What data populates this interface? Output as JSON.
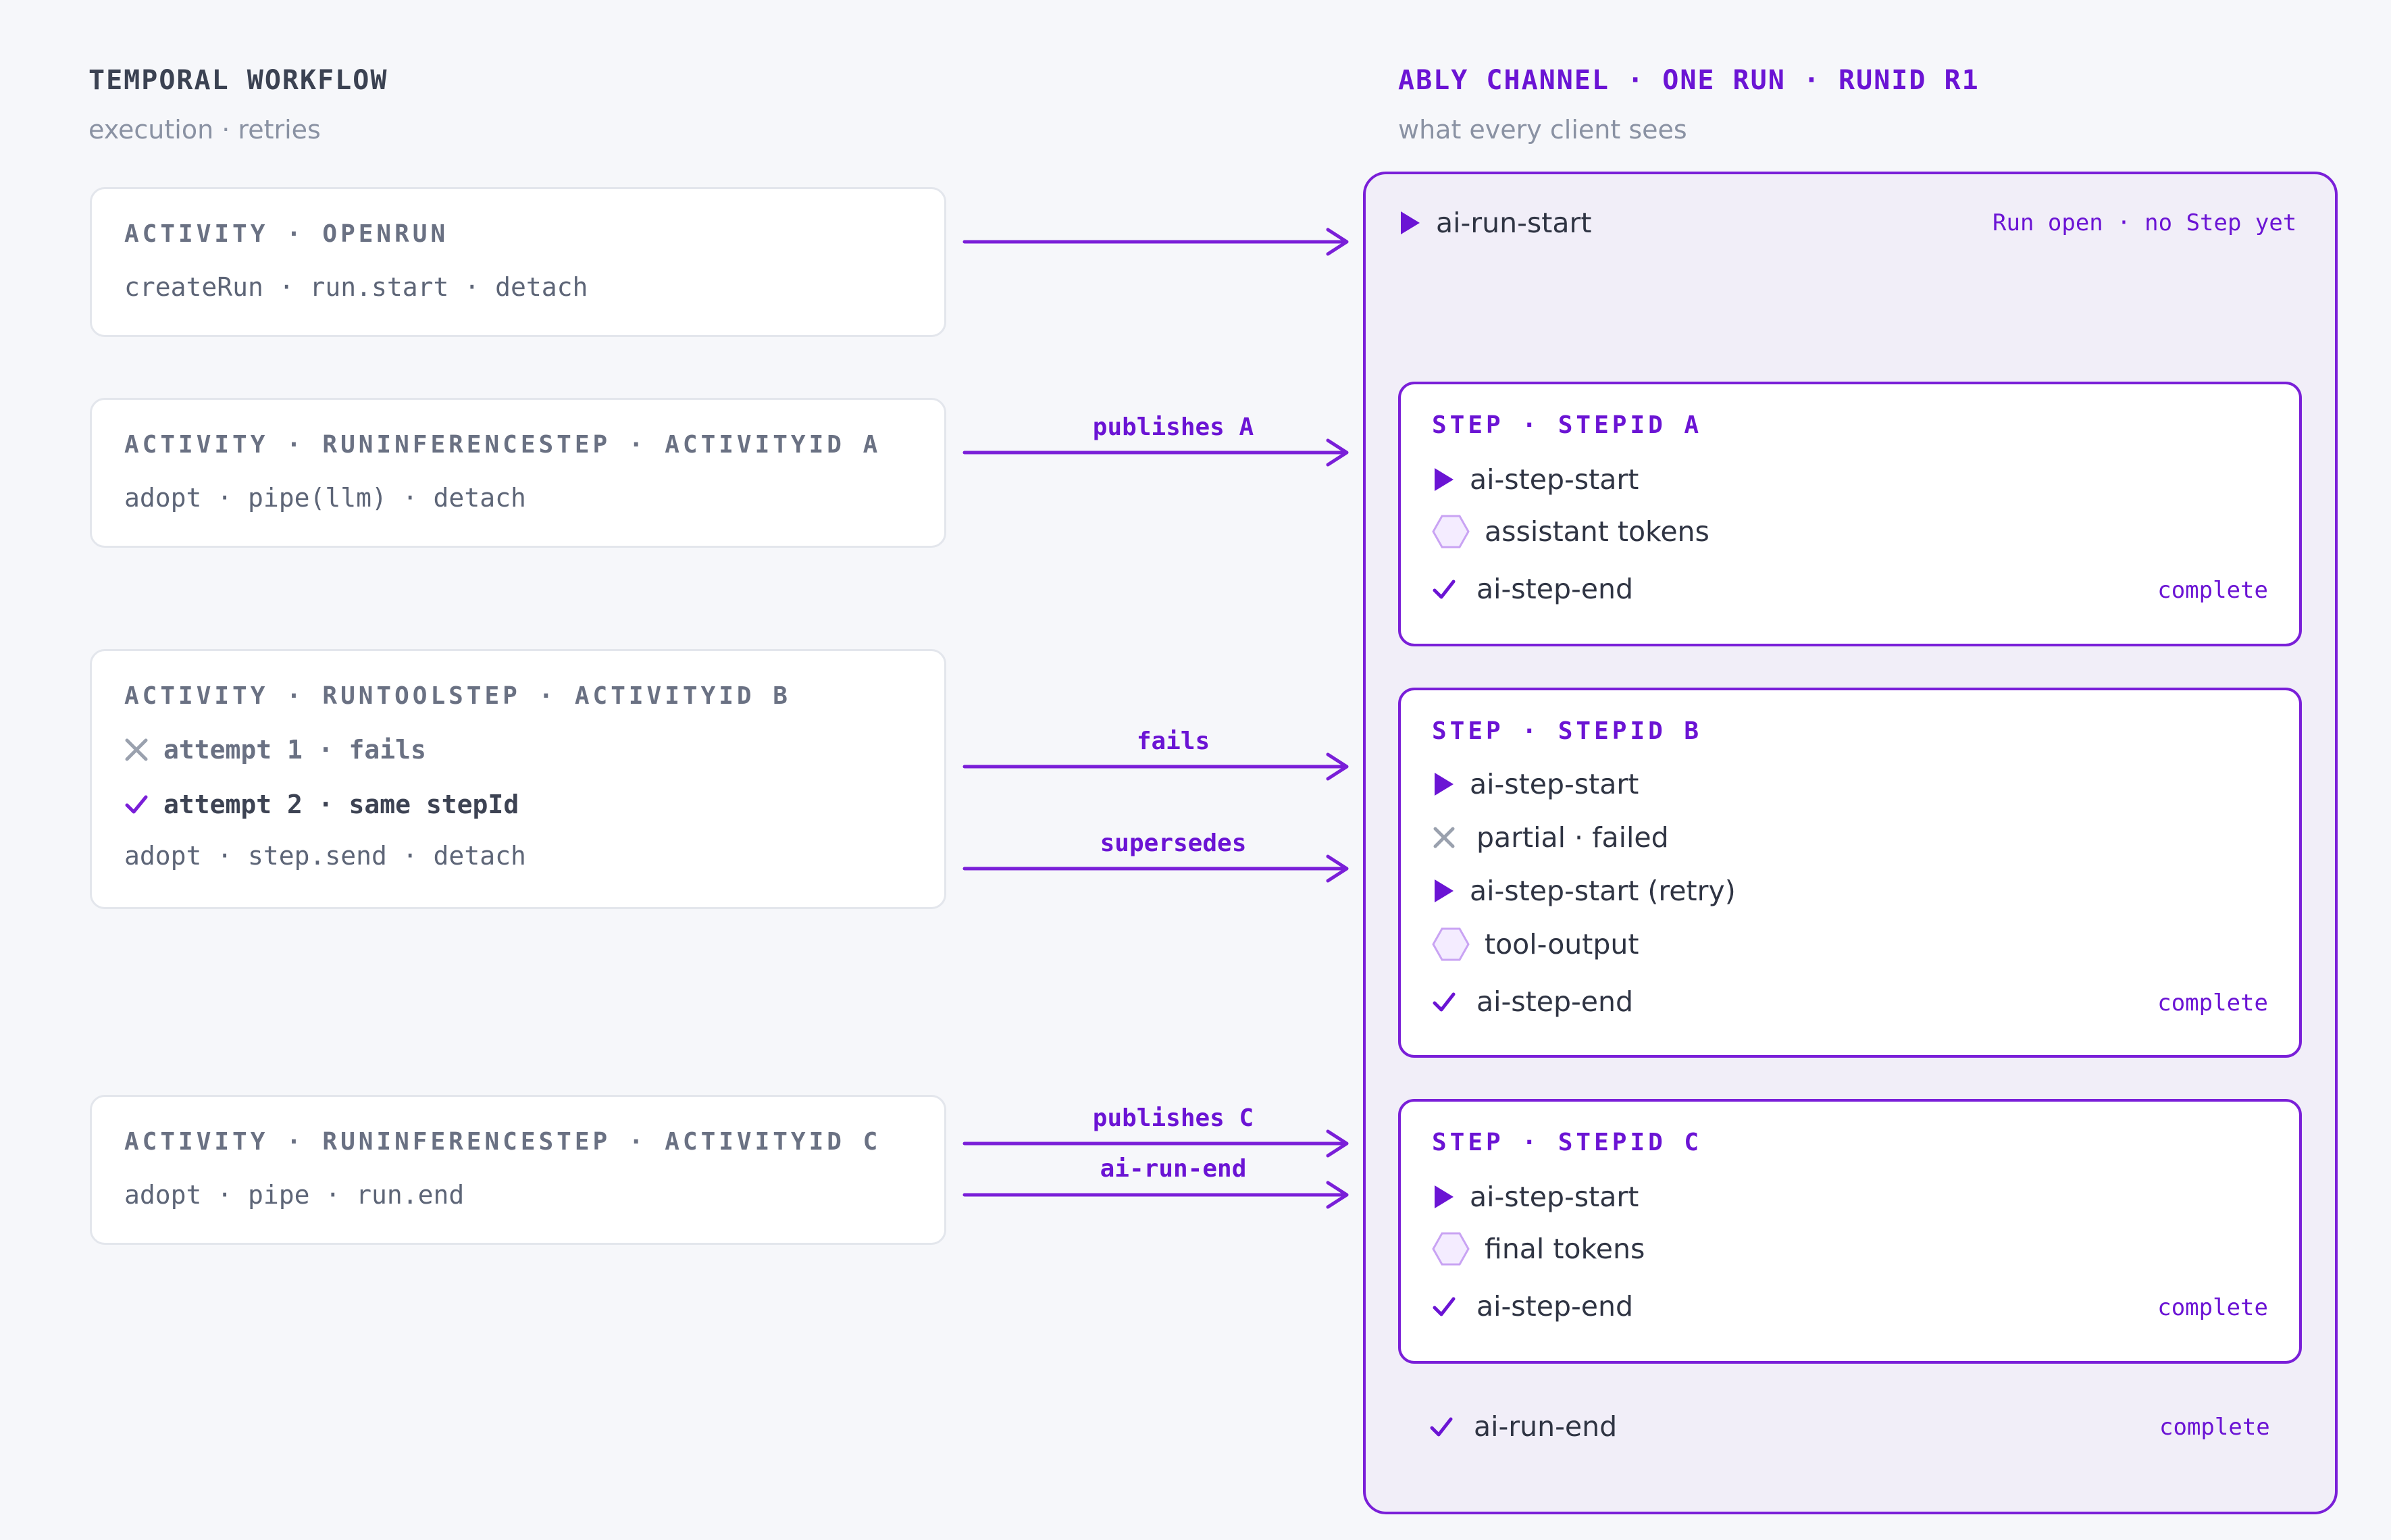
{
  "left": {
    "title": "TEMPORAL WORKFLOW",
    "subtitle": "execution · retries",
    "activities": [
      {
        "head": "ACTIVITY · OPENRUN",
        "line": "createRun · run.start · detach"
      },
      {
        "head": "ACTIVITY · RUNINFERENCESTEP · ACTIVITYID A",
        "line": "adopt · pipe(llm) · detach"
      },
      {
        "head": "ACTIVITY · RUNTOOLSTEP · ACTIVITYID B",
        "attempt_failed": "attempt 1 · fails",
        "attempt_ok": "attempt 2 · same stepId",
        "line": "adopt · step.send · detach"
      },
      {
        "head": "ACTIVITY · RUNINFERENCESTEP · ACTIVITYID C",
        "line": "adopt · pipe · run.end"
      }
    ]
  },
  "right": {
    "title": "ABLY CHANNEL · ONE RUN · RUNID R1",
    "subtitle": "what every client sees",
    "run_start": {
      "label": "ai-run-start",
      "note": "Run open · no Step yet"
    },
    "steps": [
      {
        "head": "STEP · STEPID A",
        "events": [
          {
            "icon": "play-icon",
            "label": "ai-step-start"
          },
          {
            "icon": "hexagon-icon",
            "label": "assistant tokens"
          },
          {
            "icon": "check-icon",
            "label": "ai-step-end",
            "badge": "complete"
          }
        ]
      },
      {
        "head": "STEP · STEPID B",
        "events": [
          {
            "icon": "play-icon",
            "label": "ai-step-start"
          },
          {
            "icon": "x-icon",
            "label": "partial · failed"
          },
          {
            "icon": "play-icon",
            "label": "ai-step-start (retry)"
          },
          {
            "icon": "hexagon-icon",
            "label": "tool-output"
          },
          {
            "icon": "check-icon",
            "label": "ai-step-end",
            "badge": "complete"
          }
        ]
      },
      {
        "head": "STEP · STEPID C",
        "events": [
          {
            "icon": "play-icon",
            "label": "ai-step-start"
          },
          {
            "icon": "hexagon-icon",
            "label": "final tokens"
          },
          {
            "icon": "check-icon",
            "label": "ai-step-end",
            "badge": "complete"
          }
        ]
      }
    ],
    "run_end": {
      "label": "ai-run-end",
      "badge": "complete"
    }
  },
  "edges": {
    "publishes_a": "publishes A",
    "fails": "fails",
    "supersedes": "supersedes",
    "publishes_c": "publishes C",
    "ai_run_end": "ai-run-end"
  },
  "colors": {
    "accent": "#7a1fd8",
    "accent_text": "#6b14d4",
    "muted": "#8a92a3",
    "background": "#f6f7fa"
  }
}
